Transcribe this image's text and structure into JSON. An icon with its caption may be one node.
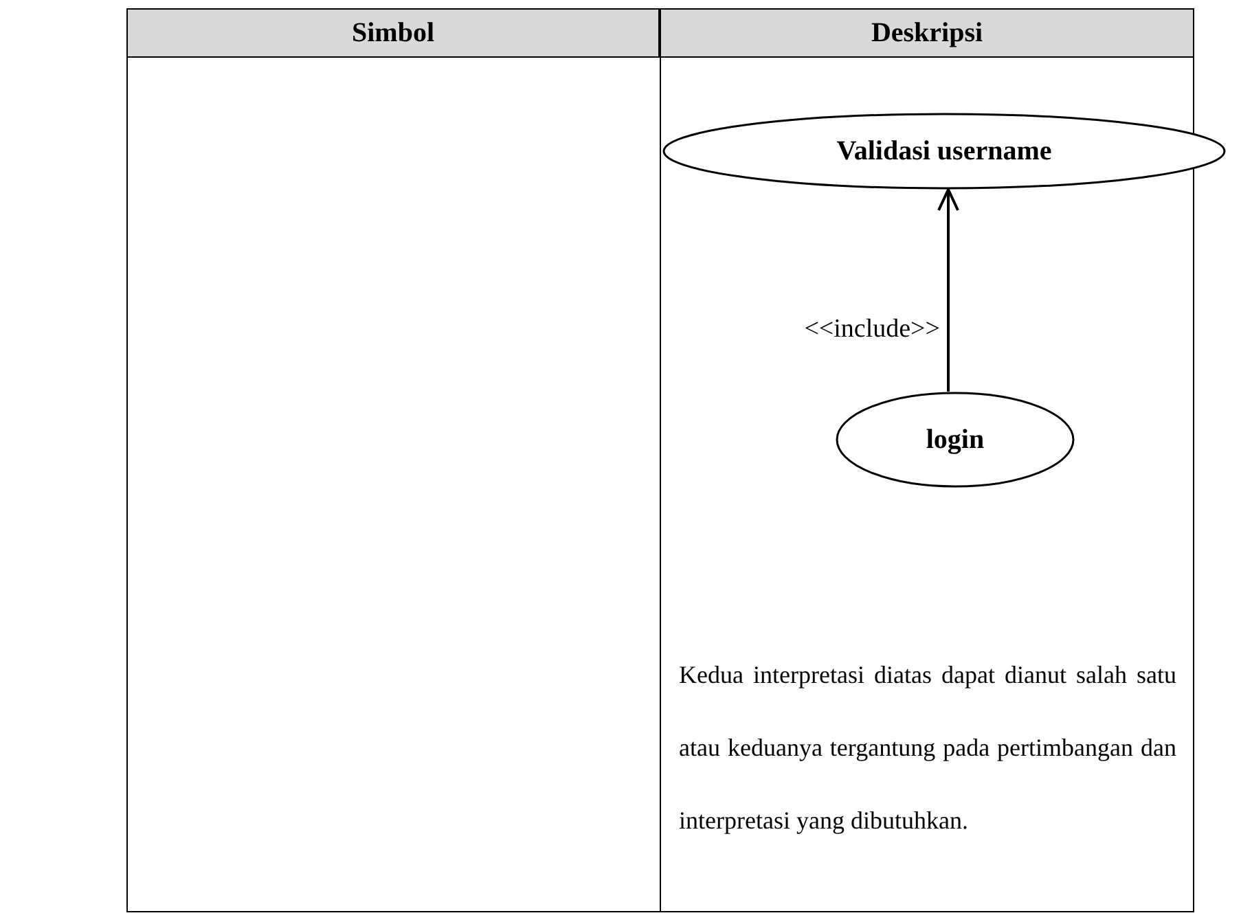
{
  "diagram": {
    "nodes": [
      {
        "text": [
          "Validasi username"
        ]
      },
      {
        "text": [
          "login"
        ]
      }
    ],
    "edges": [
      {
        "from": 1,
        "to": 0,
        "arrow": "to",
        "label": "<<include>>"
      }
    ],
    "labels": [
      "Simbol",
      "Deskripsi",
      "Kedua interpretasi diatas dapat dianut salah satu atau keduanya tergantung pada pertimbangan dan interpretasi yang dibutuhkan."
    ]
  }
}
